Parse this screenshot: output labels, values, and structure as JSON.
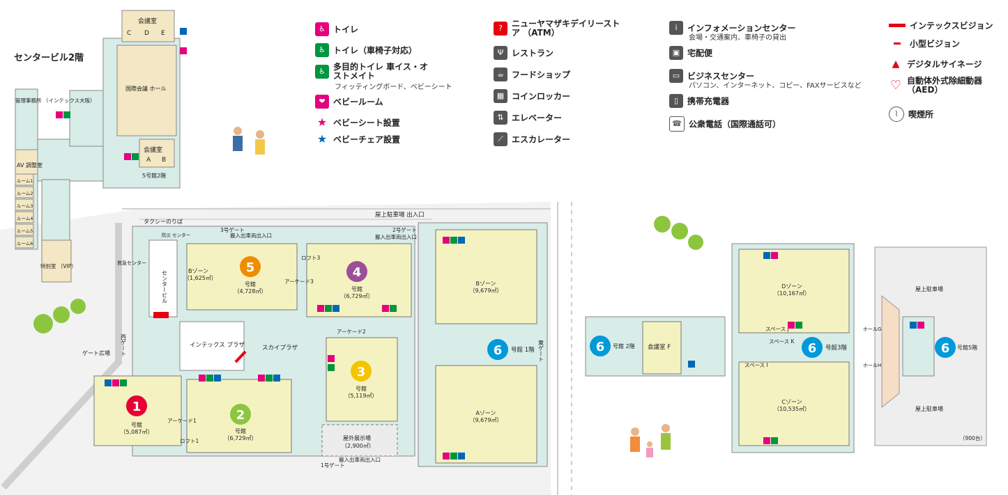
{
  "legend": {
    "col1": [
      {
        "label": "トイレ",
        "icon": "toilet-icon",
        "color": "#e4007f"
      },
      {
        "label": "トイレ（車椅子対応）",
        "icon": "wheelchair-toilet-icon",
        "color": "#00953f"
      },
      {
        "label": "多目的トイレ 車イス・オストメイト",
        "sub": "フィッティングボード、ベビーシート",
        "icon": "multipurpose-toilet-icon",
        "color": "#00953f"
      },
      {
        "label": "ベビールーム",
        "icon": "baby-room-icon",
        "color": "#e4007f"
      },
      {
        "label": "ベビーシート設置",
        "icon": "baby-seat-star-icon",
        "color": "#e4007f"
      },
      {
        "label": "ベビーチェア設置",
        "icon": "baby-chair-star-icon",
        "color": "#0068b7"
      }
    ],
    "col2": [
      {
        "label": "ニューヤマザキデイリーストア （ATM）",
        "icon": "store-atm-icon",
        "color": "#e60012"
      },
      {
        "label": "レストラン",
        "icon": "restaurant-icon",
        "color": "#555555"
      },
      {
        "label": "フードショップ",
        "icon": "food-shop-icon",
        "color": "#555555"
      },
      {
        "label": "コインロッカー",
        "icon": "coin-locker-icon",
        "color": "#555555"
      },
      {
        "label": "エレベーター",
        "icon": "elevator-icon",
        "color": "#555555"
      },
      {
        "label": "エスカレーター",
        "icon": "escalator-icon",
        "color": "#555555"
      }
    ],
    "col3": [
      {
        "label": "インフォメーションセンター",
        "sub": "会場・交通案内、車椅子の貸出",
        "icon": "info-icon",
        "color": "#555555"
      },
      {
        "label": "宅配便",
        "icon": "delivery-icon",
        "color": "#555555"
      },
      {
        "label": "ビジネスセンター",
        "sub": "パソコン、インターネット、コピー、FAXサービスなど",
        "icon": "business-center-icon",
        "color": "#555555"
      },
      {
        "label": "携帯充電器",
        "icon": "phone-charger-icon",
        "color": "#555555"
      },
      {
        "label": "公衆電話（国際通話可）",
        "icon": "public-phone-icon",
        "color": "#555555"
      }
    ],
    "col4": [
      {
        "label": "インテックスビジョン",
        "icon": "intex-vision-icon",
        "color": "#e60012"
      },
      {
        "label": "小型ビジョン",
        "icon": "small-vision-icon",
        "color": "#e60012"
      },
      {
        "label": "デジタルサイネージ",
        "icon": "digital-signage-icon",
        "color": "#e60012"
      },
      {
        "label": "自動体外式除細動器 （AED）",
        "icon": "aed-icon",
        "color": "#e60012"
      },
      {
        "label": "喫煙所",
        "icon": "smoking-area-icon",
        "color": "#555555"
      }
    ]
  },
  "map": {
    "center_building_title": "センタービル2階",
    "center_building": {
      "office": "管理事務所 （インテックス大阪）",
      "av": "AV 調整室",
      "rooms": [
        "ルーム1",
        "ルーム2",
        "ルーム3",
        "ルーム4",
        "ルーム5",
        "ルーム6"
      ],
      "vip": "特別室 （VIP）",
      "conf_cde": "会議室",
      "conf_cde_letters": [
        "C",
        "D",
        "E"
      ],
      "intl_hall": "国際会議 ホール",
      "conf_ab": "会議室",
      "conf_ab_letters": [
        "A",
        "B"
      ],
      "hall5_2f": "5号館2階"
    },
    "ground": {
      "taxi": "タクシーのりば",
      "roof_parking_entrance": "屋上駐車場 出入口",
      "gate3": "3号ゲート",
      "gate3_loading": "搬入出車両出入口",
      "gate2": "2号ゲート",
      "gate2_loading": "搬入出車両出入口",
      "gate1": "1号ゲート",
      "gate1_loading": "搬入出車両出入口",
      "emergency": "救急センター",
      "security": "防災 センター",
      "center_bldg_vertical": "センタービル",
      "west_gate": "西ゲート",
      "gate_plaza": "ゲート広場",
      "intex_plaza": "インテックス プラザ",
      "sky_plaza": "スカイプラザ",
      "arcade1": "アーケード1",
      "arcade2": "アーケード2",
      "arcade3": "アーケード3",
      "loft1": "ロフト1",
      "loft3": "ロフト3",
      "outdoor": "屋外展示場",
      "outdoor_area": "（2,900㎡）",
      "east_gate": "東ゲート",
      "hall6_1f": "号館 1階",
      "hall_suffix": "号館",
      "halls": [
        {
          "num": "1",
          "area": "（5,087㎡）",
          "color": "#e60033"
        },
        {
          "num": "2",
          "area": "（6,729㎡）",
          "color": "#8cc63f"
        },
        {
          "num": "3",
          "area": "（5,119㎡）",
          "color": "#f5c400"
        },
        {
          "num": "4",
          "area": "（6,729㎡）",
          "color": "#9b4f96"
        },
        {
          "num": "5",
          "area": "（4,728㎡）",
          "color": "#f08c00"
        },
        {
          "num": "6",
          "area": "",
          "color": "#0099d9"
        }
      ],
      "hall5_bzone": "Bゾーン",
      "hall5_bzone_area": "（1,625㎡）",
      "hall6_bzone": "Bゾーン",
      "hall6_bzone_area": "（9,679㎡）",
      "hall6_azone": "Aゾーン",
      "hall6_azone_area": "（9,679㎡）"
    },
    "hall6_floors": {
      "f2_num": "6",
      "f2_label": "号館 2階",
      "conf_f": "会議室 F",
      "f3_num": "6",
      "f3_label": "号館3階",
      "d_zone": "Dゾーン",
      "d_zone_area": "（10,167㎡）",
      "c_zone": "Cゾーン",
      "c_zone_area": "（10,535㎡）",
      "space_j": "スペース J",
      "space_k": "スペース K",
      "space_i": "スペース I",
      "f5_num": "6",
      "f5_label": "号館5階",
      "roof_parking_top": "屋上駐車場",
      "roof_parking_bottom": "屋上駐車場",
      "parking_capacity": "（900台）",
      "hall_g": "ホールG",
      "hall_h": "ホールH"
    }
  }
}
